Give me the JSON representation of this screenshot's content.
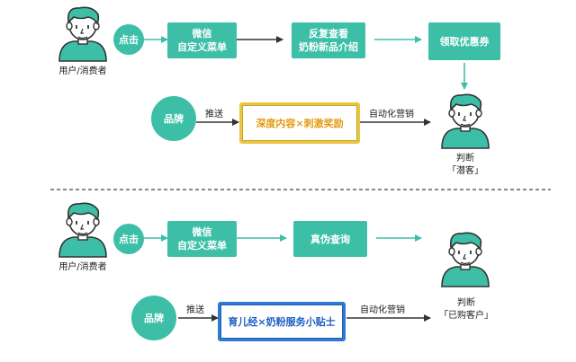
{
  "top": {
    "user_label": "用户/消费者",
    "click_label": "点击",
    "wechat_menu": [
      "微信",
      "自定义菜单"
    ],
    "recheck_new": [
      "反复查看",
      "奶粉新品介绍"
    ],
    "get_coupon": "领取优惠券",
    "brand_label": "品牌",
    "push_label": "推送",
    "content_box": "深度内容×刺激奖励",
    "auto_marketing": "自动化营销",
    "judge": [
      "判断",
      "「潜客」"
    ]
  },
  "bottom": {
    "user_label": "用户/消费者",
    "click_label": "点击",
    "wechat_menu": [
      "微信",
      "自定义菜单"
    ],
    "verify": "真伪查询",
    "brand_label": "品牌",
    "push_label": "推送",
    "content_box": "育儿经×奶粉服务小贴士",
    "auto_marketing": "自动化营销",
    "judge": [
      "判断",
      "「已购客户」"
    ]
  },
  "colors": {
    "teal": "#3dbfa7",
    "yellow_border": "#e8c640",
    "yellow_text": "#e39a12",
    "blue_border": "#2f79d6",
    "blue_text": "#1c5ec2"
  }
}
